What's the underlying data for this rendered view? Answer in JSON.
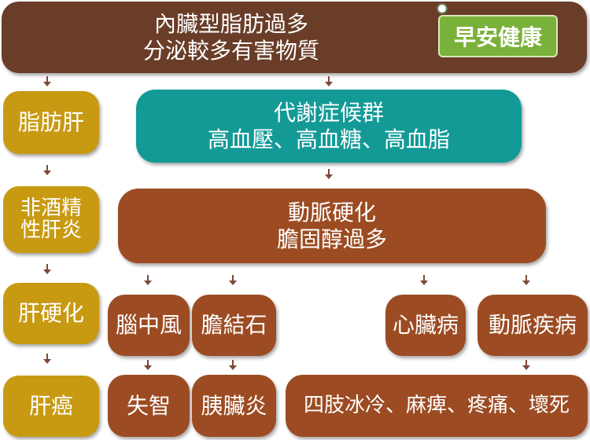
{
  "top": {
    "line1": "內臟型脂肪過多",
    "line2": "分泌較多有害物質"
  },
  "logo": {
    "text": "早安健康"
  },
  "left_column": [
    "脂肪肝",
    "非酒精性肝炎",
    "肝硬化",
    "肝癌"
  ],
  "nafld": {
    "line1": "非酒精",
    "line2": "性肝炎"
  },
  "metabolic": {
    "line1": "代謝症候群",
    "line2": "高血壓、高血糖、高血脂"
  },
  "atherosclerosis": {
    "line1": "動脈硬化",
    "line2": "膽固醇過多"
  },
  "diseases": [
    "腦中風",
    "膽結石",
    "心臟病",
    "動脈疾病"
  ],
  "outcomes": [
    "失智",
    "胰臟炎",
    "四肢冰冷、麻痺、疼痛、壞死"
  ],
  "colors": {
    "dark_brown": "#6a3d28",
    "brown": "#9c4b22",
    "teal": "#139a97",
    "gold": "#c89a12",
    "logo_green": "#7ab13a"
  }
}
